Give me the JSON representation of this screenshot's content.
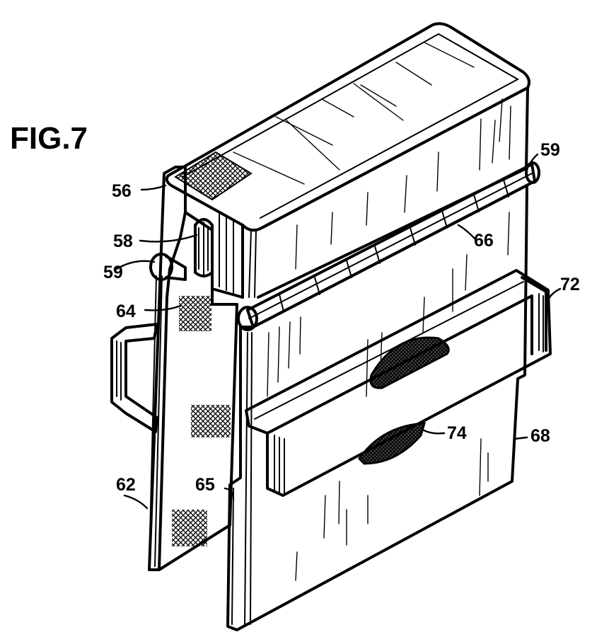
{
  "figure": {
    "title": "FIG.7",
    "labels": {
      "l56": "56",
      "l58": "58",
      "l59a": "59",
      "l59b": "59",
      "l64": "64",
      "l62": "62",
      "l65": "65",
      "l66": "66",
      "l72": "72",
      "l74": "74",
      "l68": "68"
    }
  },
  "colors": {
    "ink": "#000000",
    "paper": "#ffffff"
  }
}
